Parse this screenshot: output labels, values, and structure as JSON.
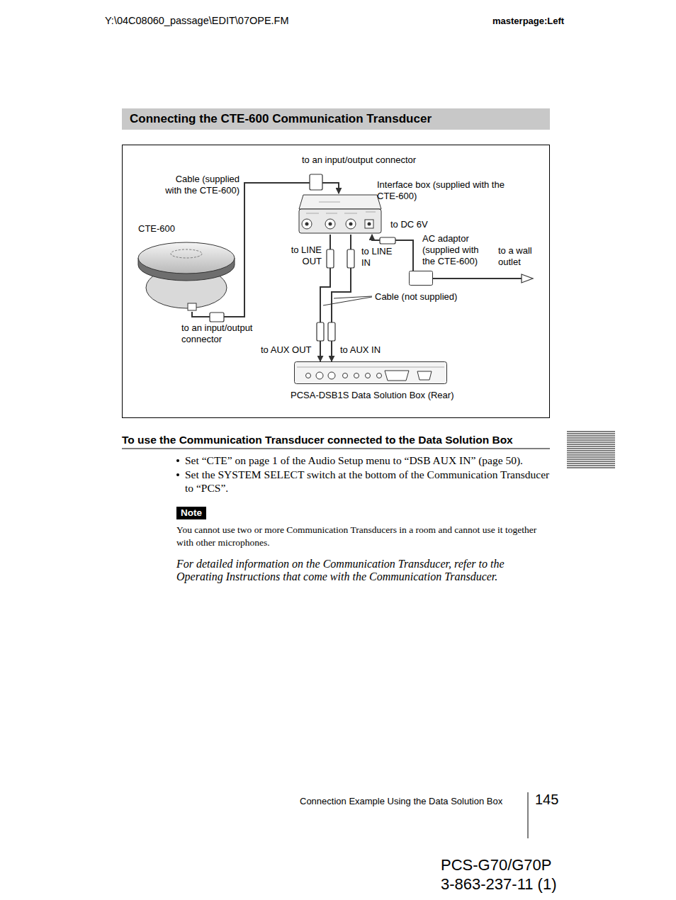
{
  "diagram": {
    "title": "Connecting the CTE-600 Communication Transducer",
    "nodes": [
      {
        "text": [
          "CTE-600"
        ]
      },
      {
        "text": [
          "Interface box (supplied with the CTE-600)"
        ]
      },
      {
        "text": [
          "AC adaptor (supplied with the CTE-600)"
        ]
      },
      {
        "text": [
          "PCSA-DSB1S Data Solution Box (Rear)"
        ]
      },
      {
        "text": [
          "Note"
        ]
      }
    ],
    "edges": [
      {
        "from": 0,
        "to": 1,
        "label": "Cable (supplied with the CTE-600)",
        "arrow": "to"
      },
      {
        "from": 1,
        "to": 3,
        "arrow": "to"
      },
      {
        "from": 1,
        "to": 3,
        "arrow": "to"
      },
      {
        "from": 2,
        "to": 1,
        "arrow": "to"
      }
    ],
    "labels": [
      "Y:\\04C08060_passage\\EDIT\\07OPE.FM",
      "masterpage:Left",
      "to an input/output connector",
      "to an input/output connector",
      "to LINE OUT",
      "to LINE IN",
      "to DC 6V",
      "to a wall outlet",
      "Cable (not supplied)",
      "to AUX OUT",
      "to AUX IN",
      "To use the Communication Transducer connected to the Data Solution Box",
      "Set “CTE” on page 1 of the Audio Setup menu to “DSB AUX IN” (page 50).",
      "Set the SYSTEM SELECT switch at the bottom of the Communication Transducer to “PCS”.",
      "You cannot use two or more Communication Transducers in a room and cannot use it together with other microphones.",
      "For detailed information on the Communication Transducer, refer to the Operating Instructions that come with the Communication Transducer.",
      "Connection Example Using the Data Solution Box",
      "145",
      "PCS-G70/G70P",
      "3-863-237-11 (1)"
    ]
  }
}
